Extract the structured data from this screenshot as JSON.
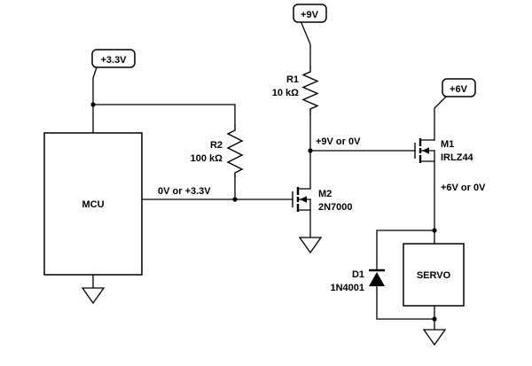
{
  "canvas": {
    "background": "#ffffff",
    "ink": "#000000"
  },
  "supplies": {
    "v33": {
      "label": "+3.3V"
    },
    "v9": {
      "label": "+9V"
    },
    "v6": {
      "label": "+6V"
    }
  },
  "components": {
    "mcu": {
      "label": "MCU"
    },
    "servo": {
      "label": "SERVO"
    },
    "r1": {
      "name": "R1",
      "value": "10 kΩ"
    },
    "r2": {
      "name": "R2",
      "value": "100 kΩ"
    },
    "m1": {
      "name": "M1",
      "value": "IRLZ44"
    },
    "m2": {
      "name": "M2",
      "value": "2N7000"
    },
    "d1": {
      "name": "D1",
      "value": "1N4001"
    }
  },
  "nets": {
    "m2_gate": {
      "label": "0V or +3.3V"
    },
    "m1_gate": {
      "label": "+9V or 0V"
    },
    "servo_supply": {
      "label": "+6V or 0V"
    }
  }
}
